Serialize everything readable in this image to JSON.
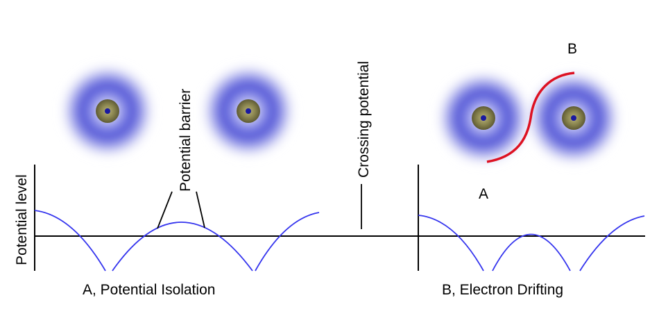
{
  "labels": {
    "potential_level": "Potential level",
    "potential_barrier": "Potential barrier",
    "crossing_potential": "Crossing potential",
    "point_a": "A",
    "point_b": "B"
  },
  "captions": {
    "left": "A, Potential Isolation",
    "right": "B, Electron Drifting"
  },
  "colors": {
    "curve": "#3333ee",
    "path": "#dd1122",
    "axis": "#000000",
    "halo": "#3b3fd0",
    "nucleus_ring": "#6b6a3a",
    "nucleus_core": "#1a1aa0"
  }
}
